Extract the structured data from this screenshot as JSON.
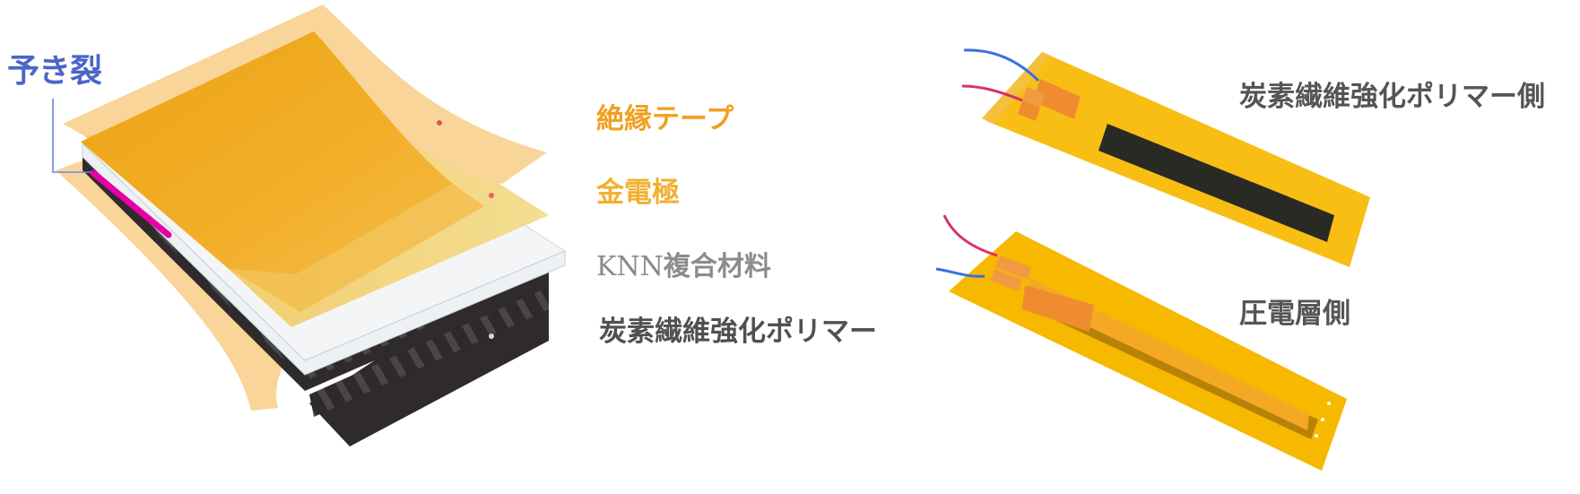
{
  "figure": {
    "type": "layered-structure-diagram",
    "exploded_view": {
      "crack_label": "予き裂",
      "layers": [
        {
          "id": "insulating-tape",
          "label": "絶縁テープ",
          "color": "#f0a020"
        },
        {
          "id": "gold-electrode",
          "label": "金電極",
          "color": "#f2b030"
        },
        {
          "id": "knn-composite",
          "label_prefix": "KNN",
          "label_suffix": "複合材料",
          "color": "#8a8a8a"
        },
        {
          "id": "cfrp",
          "label": "炭素繊維強化ポリマー",
          "color": "#505050"
        }
      ],
      "crack_color": "#e600a8",
      "crack_leader_color": "#6a86e0"
    },
    "photos": [
      {
        "id": "cfrp-side",
        "label": "炭素繊維強化ポリマー側"
      },
      {
        "id": "piezo-side",
        "label": "圧電層側"
      }
    ],
    "colors": {
      "tape_outer": "#f9d59a",
      "tape_inner": "#f0a91c",
      "electrode": "#f2d27a",
      "knn": "#f3f5f7",
      "cfrp": "#2f2b2b",
      "kapton": "#f7b800",
      "wire_blue": "#3a6fe0",
      "wire_red": "#d8326a"
    }
  }
}
